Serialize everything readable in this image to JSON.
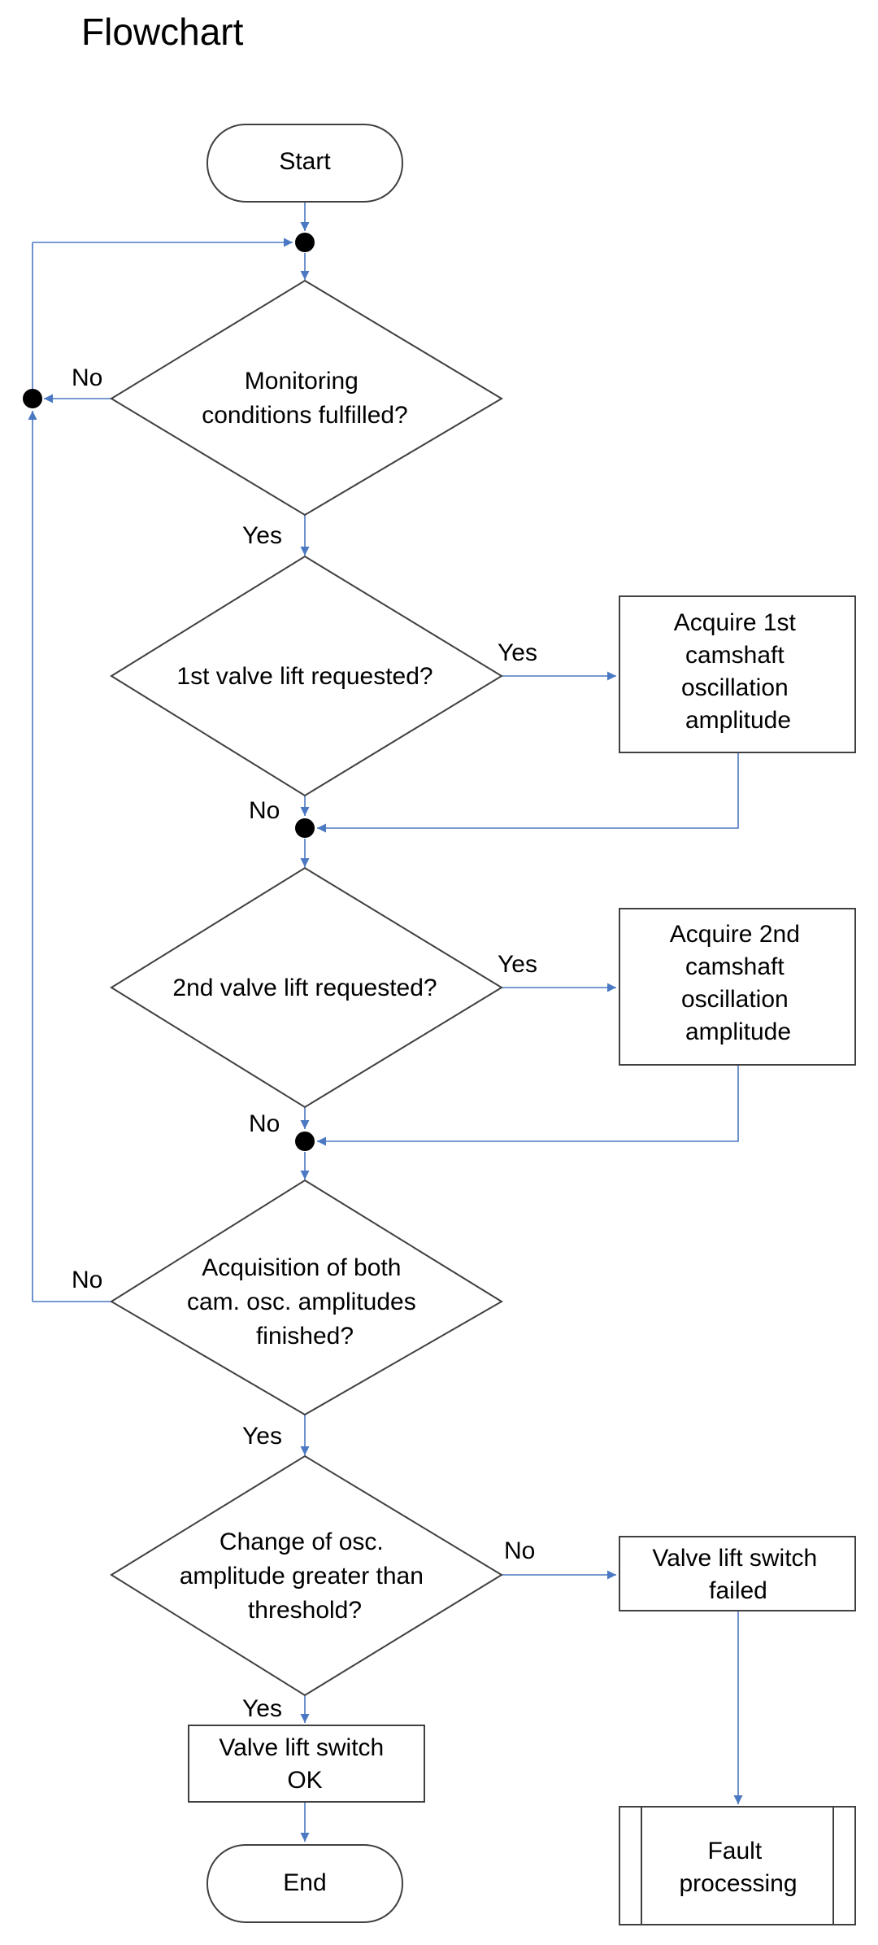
{
  "title": "Flowchart",
  "nodes": {
    "start": "Start",
    "monitoring": [
      "Monitoring",
      "conditions fulfilled?"
    ],
    "lift1": [
      "1st valve lift requested?"
    ],
    "acquire1": [
      "Acquire 1st",
      "camshaft",
      "oscillation",
      "amplitude"
    ],
    "lift2": [
      "2nd valve lift requested?"
    ],
    "acquire2": [
      "Acquire 2nd",
      "camshaft",
      "oscillation",
      "amplitude"
    ],
    "acquisition": [
      "Acquisition of both",
      "cam. osc. amplitudes",
      "finished?"
    ],
    "change": [
      "Change of osc.",
      "amplitude greater than",
      "threshold?"
    ],
    "switch_failed": [
      "Valve lift switch",
      "failed"
    ],
    "switch_ok": [
      "Valve lift switch",
      "OK"
    ],
    "fault": [
      "Fault",
      "processing"
    ],
    "end": "End"
  },
  "edge_labels": {
    "monitoring_no": "No",
    "monitoring_yes": "Yes",
    "lift1_yes": "Yes",
    "lift1_no": "No",
    "lift2_yes": "Yes",
    "lift2_no": "No",
    "acquisition_no": "No",
    "acquisition_yes": "Yes",
    "change_no": "No",
    "change_yes": "Yes"
  },
  "colors": {
    "edge": "#4a78c2",
    "outline": "#404040",
    "junction": "#000000"
  }
}
